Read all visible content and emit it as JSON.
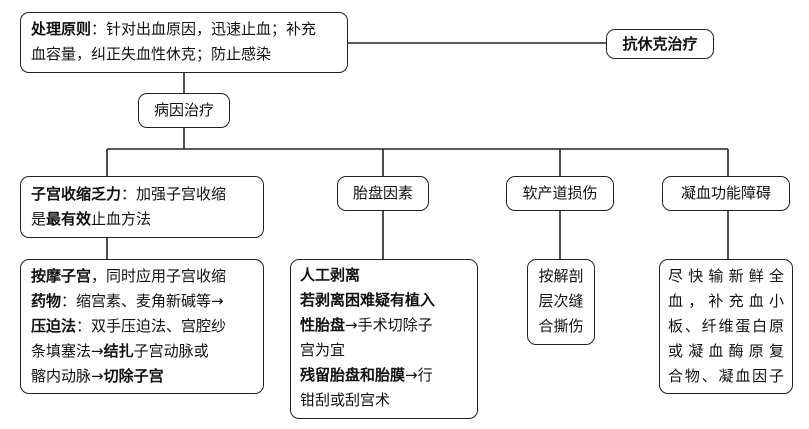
{
  "principle": {
    "label": "处理原则",
    "text_line1": "：针对出血原因，迅速止血；补充",
    "text_line2": "血容量，纠正失血性休克；防止感染"
  },
  "antishock": "抗休克治疗",
  "etiology": "病因治疗",
  "categories": {
    "uterine": {
      "title_bold": "子宫收缩乏力",
      "title_rest": "：加强子宫收缩",
      "line2_pre": "是",
      "line2_bold": "最有效",
      "line2_post": "止血方法",
      "detail": {
        "l1_bold": "按摩子宫",
        "l1_rest": "，同时应用子宫收缩",
        "l2_bold": "药物",
        "l2_rest": "：缩宫素、麦角新碱等→",
        "l3_bold": "压迫法",
        "l3_rest": "：双手压迫法、宫腔纱",
        "l4_pre": "条填塞法→",
        "l4_bold": "结扎",
        "l4_rest": "子宫动脉或",
        "l5_pre": "髂内动脉→",
        "l5_bold": "切除子宫"
      }
    },
    "placenta": {
      "title": "胎盘因素",
      "detail": {
        "l1": "人工剥离",
        "l2": "若剥离困难疑有植入",
        "l3_bold": "性胎盘",
        "l3_rest": "→手术切除子",
        "l4": "宫为宜",
        "l5_bold": "残留胎盘和胎膜",
        "l5_rest": "→行",
        "l6": "钳刮或刮宫术"
      }
    },
    "soft": {
      "title": "软产道损伤",
      "detail": [
        "按解剖",
        "层次缝",
        "合撕伤"
      ]
    },
    "coag": {
      "title": "凝血功能障碍",
      "detail": [
        "尽快输新鲜全",
        "血，补充血小",
        "板、纤维蛋白原",
        "或凝血酶原复",
        "合物、凝血因子"
      ]
    }
  }
}
